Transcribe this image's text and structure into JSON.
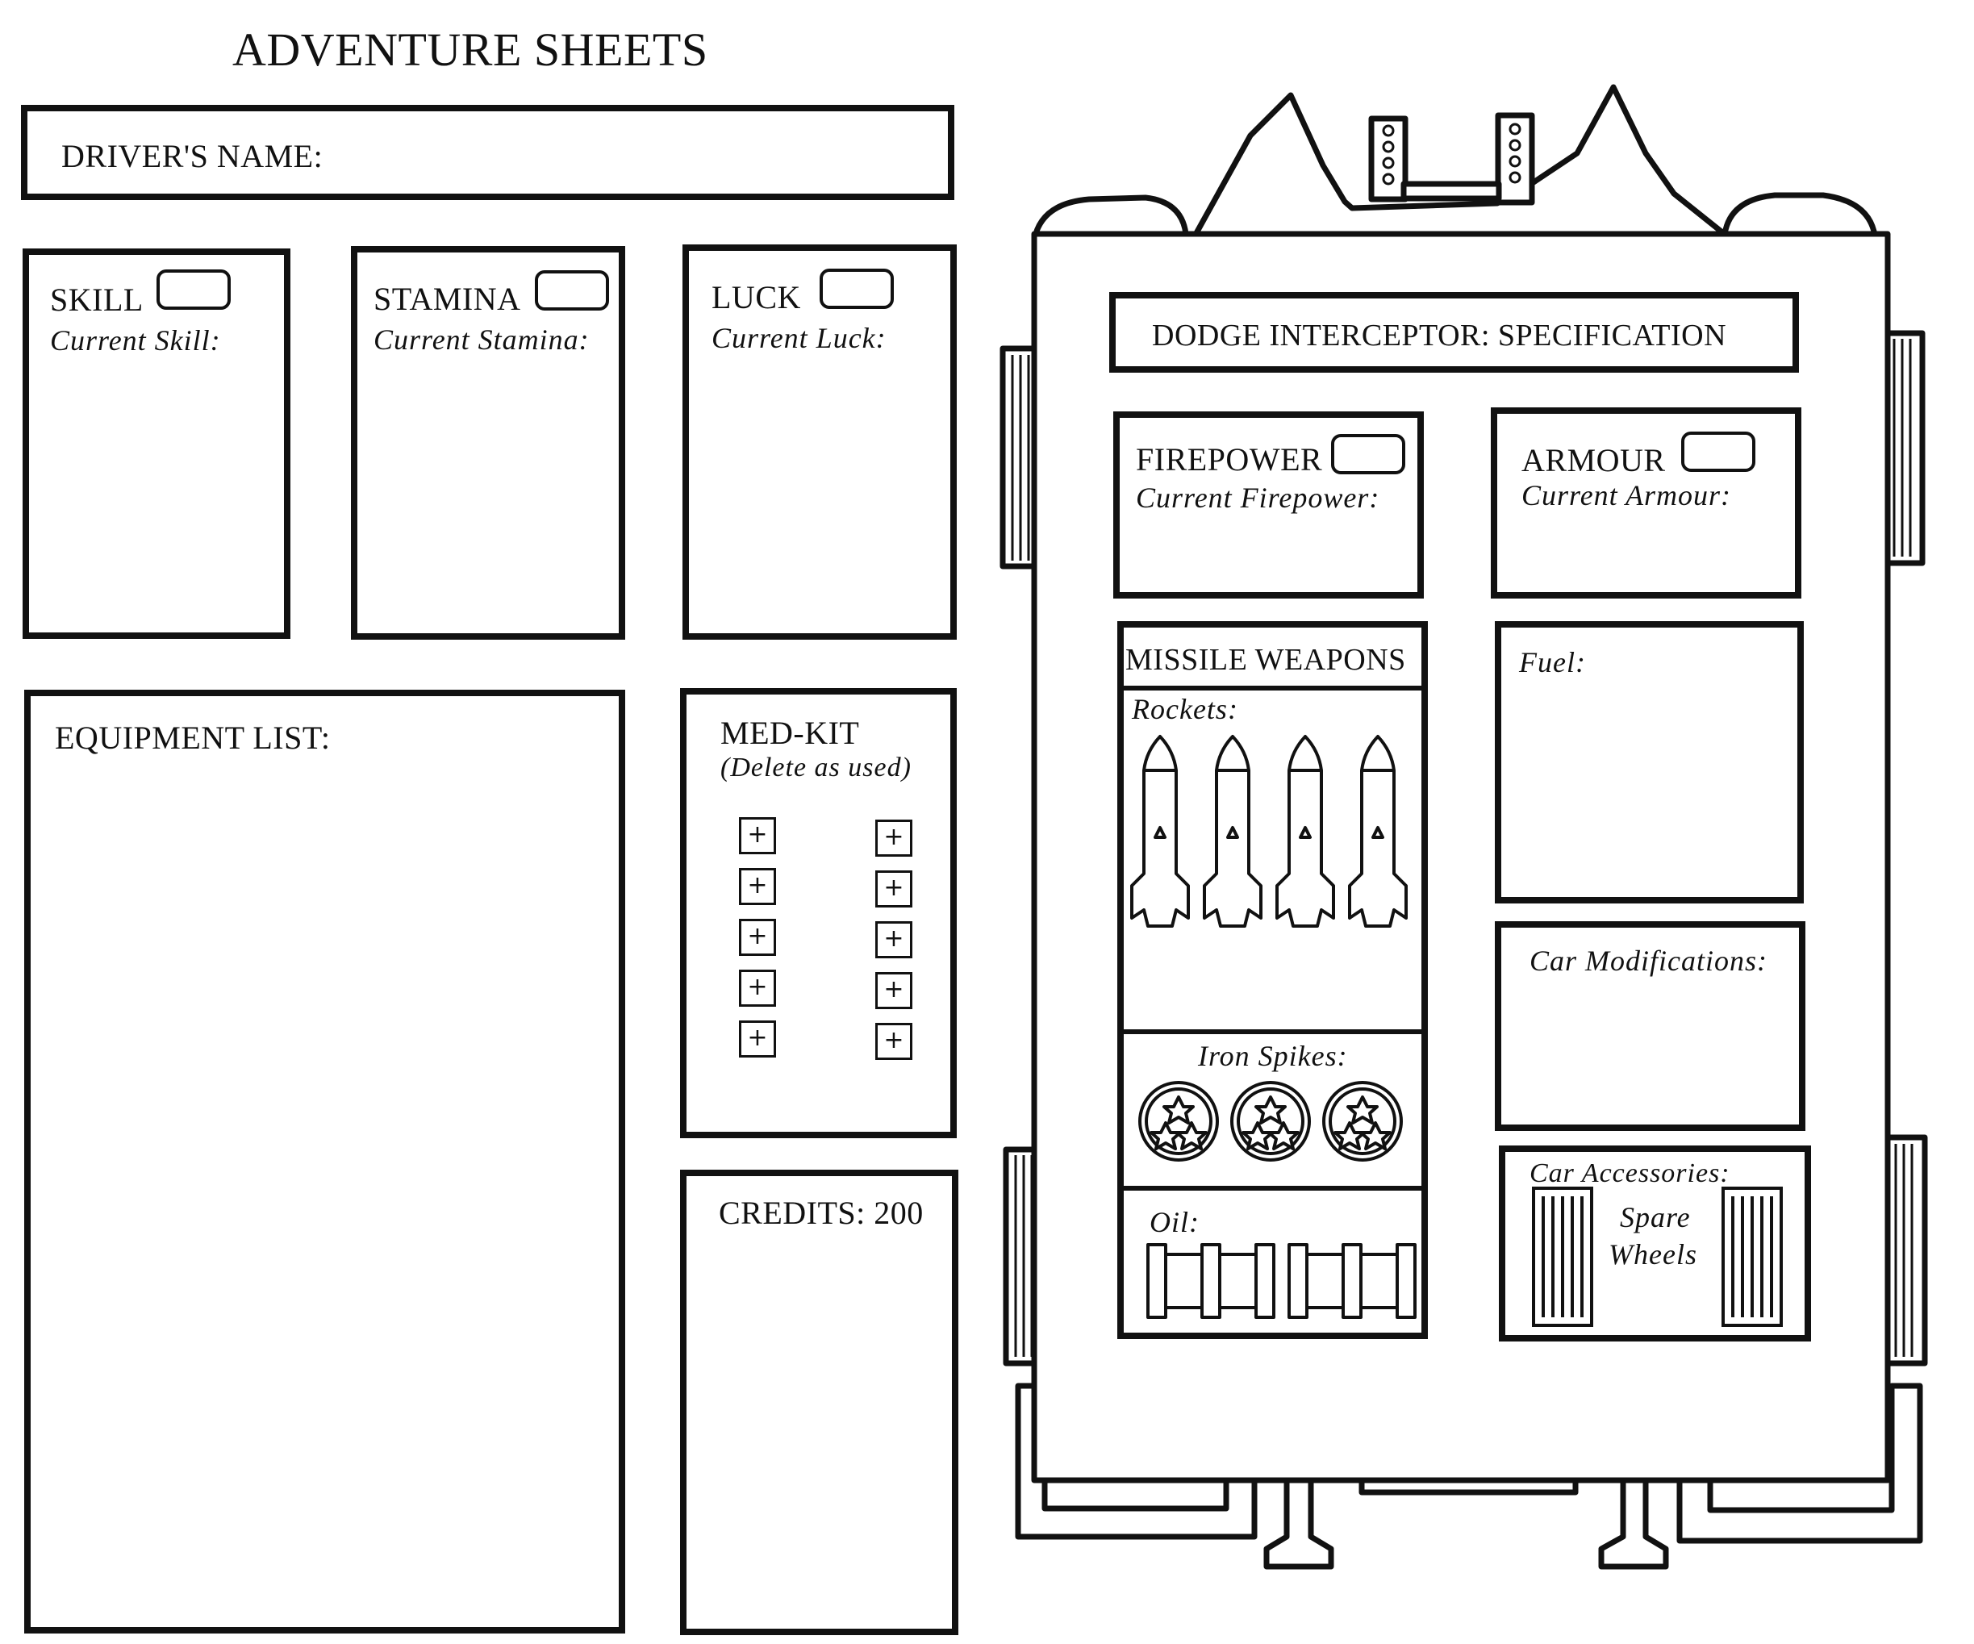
{
  "title": "ADVENTURE SHEETS",
  "driver": {
    "label": "DRIVER'S NAME:"
  },
  "stats": {
    "skill": {
      "label": "SKILL",
      "current": "Current Skill:"
    },
    "stamina": {
      "label": "STAMINA",
      "current": "Current Stamina:"
    },
    "luck": {
      "label": "LUCK",
      "current": "Current Luck:"
    }
  },
  "equipment": {
    "label": "EQUIPMENT LIST:"
  },
  "medkit": {
    "label": "MED-KIT",
    "note": "(Delete as used)",
    "plus_glyph": "+"
  },
  "credits": {
    "label": "CREDITS: 200"
  },
  "car": {
    "spec_title": "DODGE INTERCEPTOR: SPECIFICATION",
    "firepower": {
      "label": "FIREPOWER",
      "current": "Current Firepower:"
    },
    "armour": {
      "label": "ARMOUR",
      "current": "Current Armour:"
    },
    "missile": {
      "label": "MISSILE WEAPONS",
      "rockets": "Rockets:",
      "spikes": "Iron Spikes:",
      "oil": "Oil:"
    },
    "fuel": "Fuel:",
    "modifications": "Car Modifications:",
    "accessories": {
      "label": "Car Accessories:",
      "spare1": "Spare",
      "spare2": "Wheels"
    }
  }
}
